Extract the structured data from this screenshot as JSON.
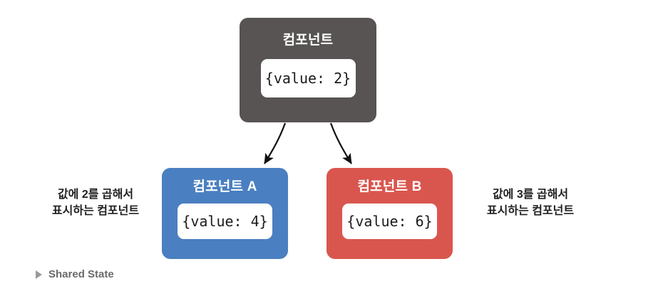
{
  "diagram": {
    "title": "Shared State",
    "caption_marker_icon": "triangle-right-icon",
    "background_color": "#ffffff",
    "root": {
      "title": "컴포넌트",
      "value_text": "{value: 2}",
      "color": "#575453",
      "chip_color": "#ffffff"
    },
    "children": [
      {
        "id": "a",
        "title": "컴포넌트 A",
        "value_text": "{value: 4}",
        "color": "#4a7fc1",
        "annotation_line1": "값에 2를 곱해서",
        "annotation_line2": "표시하는 컴포넌트"
      },
      {
        "id": "b",
        "title": "컴포넌트 B",
        "value_text": "{value: 6}",
        "color": "#d9564e",
        "annotation_line1": "값에 3를 곱해서",
        "annotation_line2": "표시하는 컴포넌트"
      }
    ],
    "arrows": [
      {
        "name": "arrow-root-to-a",
        "color": "#111111"
      },
      {
        "name": "arrow-root-to-b",
        "color": "#111111"
      }
    ]
  }
}
